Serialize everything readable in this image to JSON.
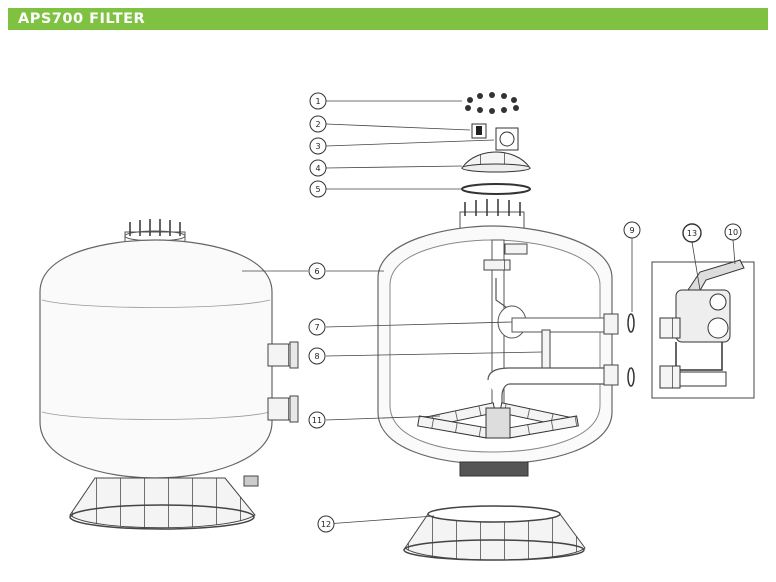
{
  "header": {
    "title": "APS700 FILTER"
  },
  "colors": {
    "header_bg": "#7fc242",
    "header_text": "#ffffff",
    "line": "#555555",
    "tank_fill": "#fafafa"
  },
  "callouts": [
    {
      "id": "callout-1",
      "label": "1"
    },
    {
      "id": "callout-2",
      "label": "2"
    },
    {
      "id": "callout-3",
      "label": "3"
    },
    {
      "id": "callout-4",
      "label": "4"
    },
    {
      "id": "callout-5",
      "label": "5"
    },
    {
      "id": "callout-6",
      "label": "6"
    },
    {
      "id": "callout-7",
      "label": "7"
    },
    {
      "id": "callout-8",
      "label": "8"
    },
    {
      "id": "callout-9",
      "label": "9"
    },
    {
      "id": "callout-10",
      "label": "10"
    },
    {
      "id": "callout-11",
      "label": "11"
    },
    {
      "id": "callout-12",
      "label": "12"
    },
    {
      "id": "callout-13",
      "label": "13"
    }
  ]
}
